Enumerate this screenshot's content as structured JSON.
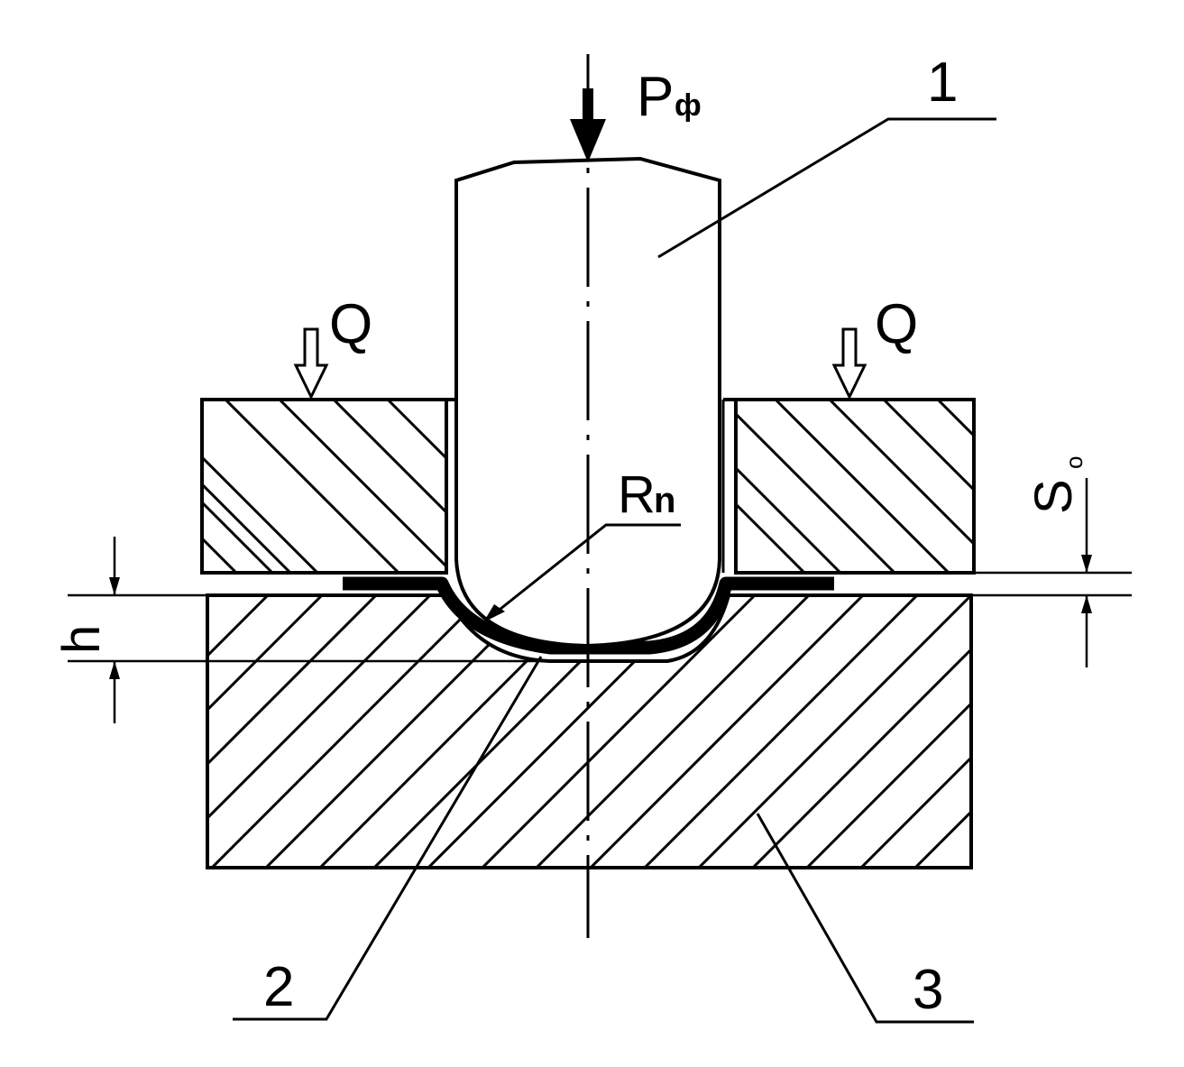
{
  "diagram": {
    "labels": {
      "force": "P",
      "force_sub": "ф",
      "clamp_force_left": "Q",
      "clamp_force_right": "Q",
      "punch_radius": "R",
      "punch_radius_sub": "n",
      "thickness": "S",
      "thickness_sub": "o",
      "depth": "h",
      "callout_1": "1",
      "callout_2": "2",
      "callout_3": "3"
    },
    "colors": {
      "line": "#000000",
      "background": "#ffffff"
    }
  }
}
